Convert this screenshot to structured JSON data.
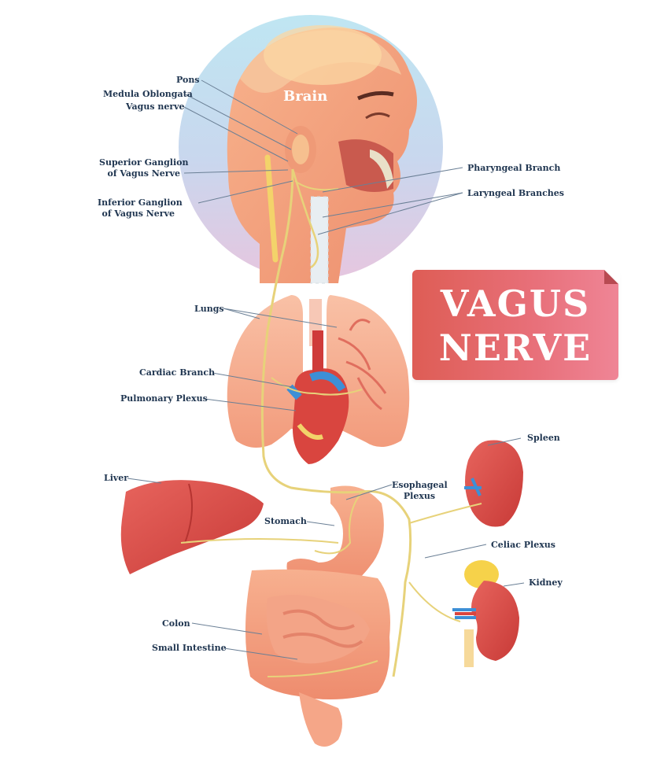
{
  "title": {
    "line1": "VAGUS",
    "line2": "NERVE"
  },
  "brain_label": "Brain",
  "labels": {
    "pons": "Pons",
    "medula_oblongata": "Medula Oblongata",
    "vagus_nerve": "Vagus nerve",
    "superior_ganglion_line1": "Superior Ganglion",
    "superior_ganglion_line2": "of Vagus Nerve",
    "inferior_ganglion_line1": "Inferior Ganglion",
    "inferior_ganglion_line2": "of Vagus Nerve",
    "pharyngeal_branch": "Pharyngeal Branch",
    "laryngeal_branches": "Laryngeal Branches",
    "lungs": "Lungs",
    "cardiac_branch": "Cardiac Branch",
    "pulmonary_plexus": "Pulmonary Plexus",
    "spleen": "Spleen",
    "liver": "Liver",
    "esophageal_plexus_line1": "Esophageal",
    "esophageal_plexus_line2": "Plexus",
    "stomach": "Stomach",
    "celiac_plexus": "Celiac Plexus",
    "kidney": "Kidney",
    "colon": "Colon",
    "small_intestine": "Small Intestine"
  },
  "colors": {
    "nerve": "#e7d27a",
    "organ_orange": "#f2a07e",
    "organ_red": "#d9453f",
    "head_circle": "#b9e3ef",
    "label_text": "#1f3550",
    "title_bg": "#e2655f"
  }
}
